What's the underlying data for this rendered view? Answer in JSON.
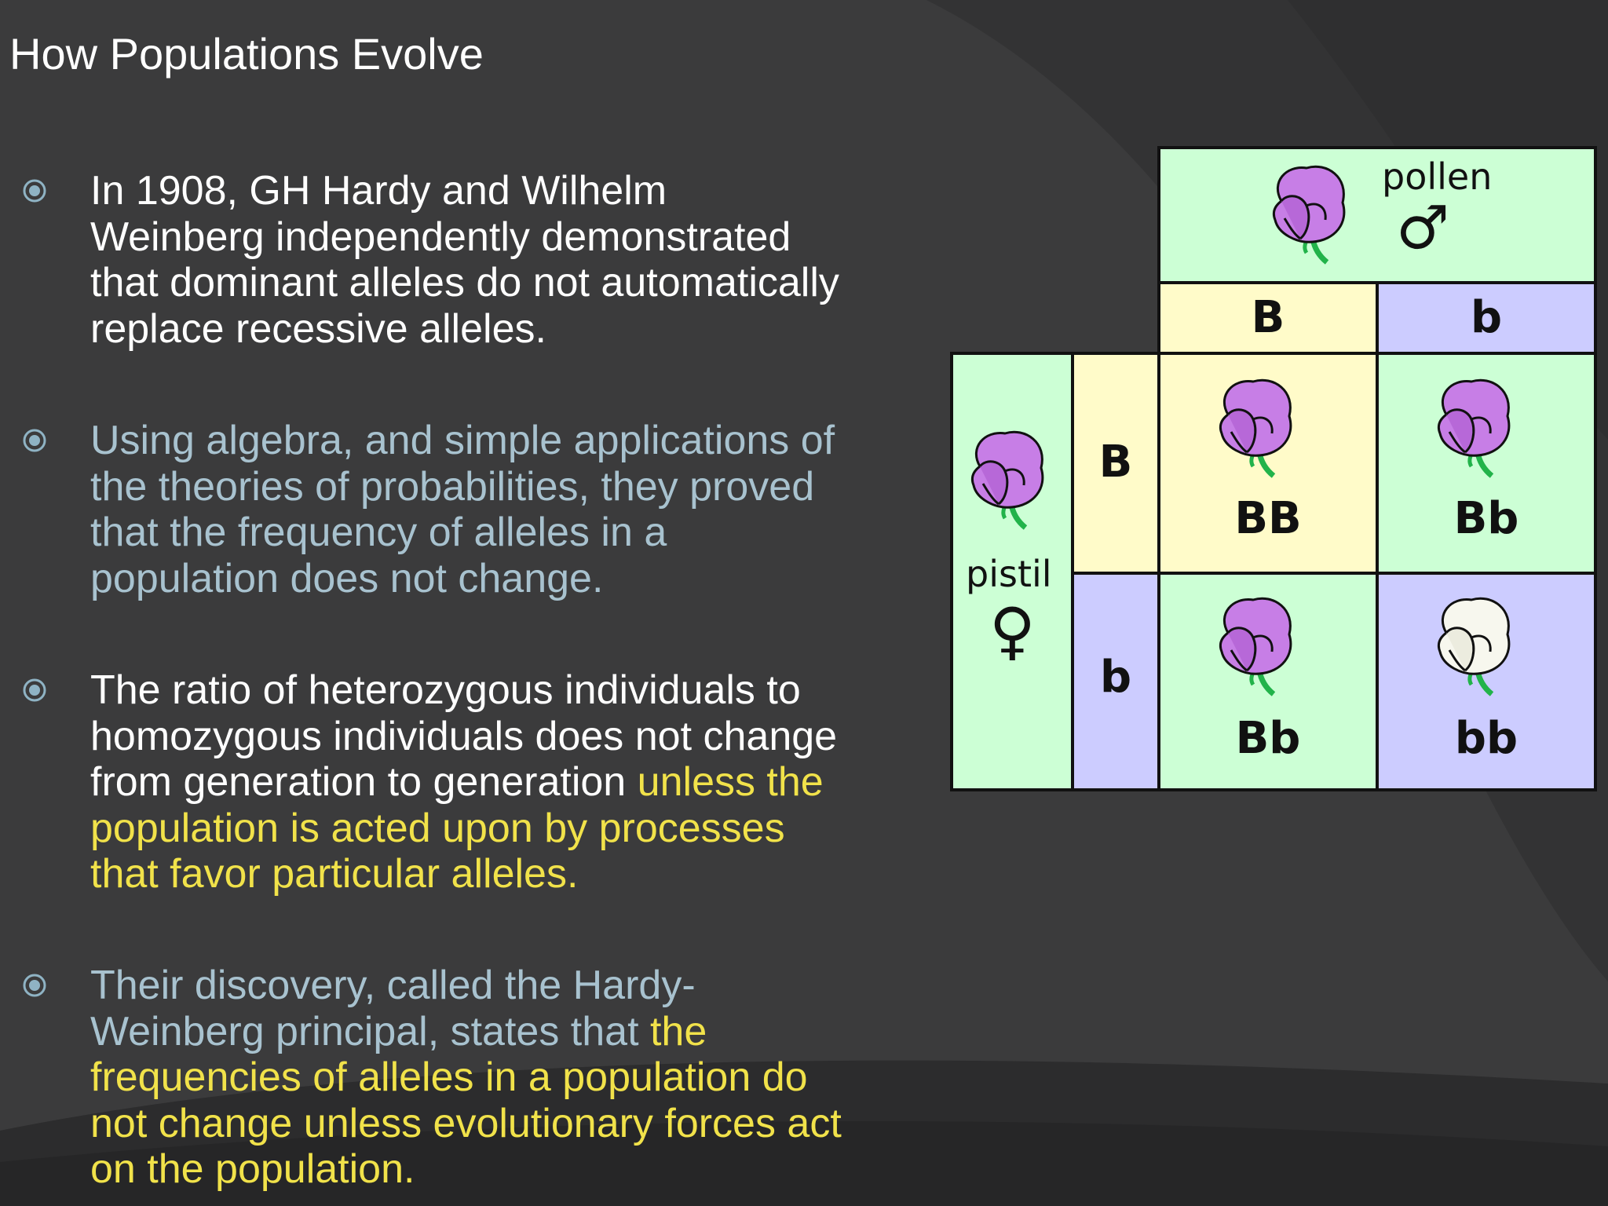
{
  "slide": {
    "title": "How Populations Evolve",
    "colors": {
      "background": "#3b3b3c",
      "bullet_marker": "#8fb3c4",
      "white_text": "#ffffff",
      "blue_text": "#a8c2cf",
      "yellow_text": "#f1e24a"
    }
  },
  "bullets": [
    {
      "line1": "In 1908, GH Hardy and Wilhelm",
      "line2": "Weinberg independently demonstrated",
      "line3": "that dominant alleles do not automatically",
      "line4": "replace recessive alleles."
    },
    {
      "line1": "Using algebra, and simple applications of",
      "line2": "the theories of probabilities, they proved",
      "line3": "that the frequency of alleles in a",
      "line4": "population does not change."
    },
    {
      "line1": "The ratio of heterozygous individuals to",
      "line2": "homozygous individuals does not change",
      "line3a": "from generation to generation ",
      "line3b": "unless the",
      "line4": "population is acted upon by processes",
      "line5": "that favor particular alleles."
    },
    {
      "line1": "Their discovery, called the Hardy-",
      "line2a": "Weinberg principal, states that ",
      "line2b": "the",
      "line3": "frequencies of alleles in a population do",
      "line4": "not change unless evolutionary forces act",
      "line5": "on the population."
    }
  ],
  "punnett": {
    "pollen_label": "pollen",
    "pistil_label": "pistil",
    "male_symbol": "♂",
    "female_symbol": "♀",
    "pollen_alleles": [
      "B",
      "b"
    ],
    "pistil_alleles": [
      "B",
      "b"
    ],
    "offspring": [
      "BB",
      "Bb",
      "Bb",
      "bb"
    ],
    "flower_colors": {
      "purple": "#c77ee6",
      "white": "#f7f7ee",
      "stem": "#22b34a"
    },
    "cell_colors": {
      "green": "#ccffd5",
      "yellow": "#fffbc9",
      "violet": "#ccccff"
    }
  }
}
